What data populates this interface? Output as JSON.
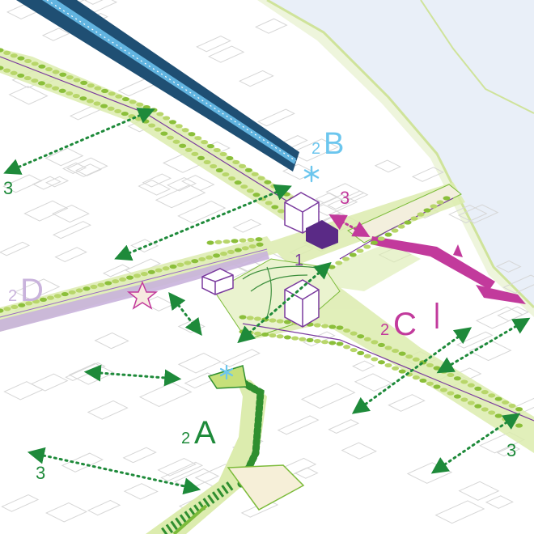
{
  "labels": {
    "zone_1": "1",
    "zone_2a_sub": "2",
    "zone_2a_main": "A",
    "zone_2b_sub": "2",
    "zone_2b_main": "B",
    "zone_2c_sub": "2",
    "zone_2c_main": "C",
    "zone_2d_sub": "2",
    "zone_2d_main": "D",
    "three_nw": "3",
    "three_n": "3",
    "three_sw": "3",
    "three_se": "3"
  },
  "colors": {
    "river": "#e9eff8",
    "bank": "#d6e8a8",
    "green_text": "#1e8a3a",
    "arrow_green": "#1e8a3a",
    "blue_text": "#6cc6ee",
    "magenta": "#c23a9c",
    "lavender": "#c9b3dc",
    "purple_dark": "#5a2a86",
    "rail_navy": "#1f4f73",
    "rail_light": "#62b4e0",
    "lime_band": "#dcecae",
    "tree_green": "#a9cc4e",
    "tree_dark": "#2f8f2f",
    "plaza_beige": "#f6efd8",
    "building_line": "#d4d4d4"
  },
  "icons": [
    "star-icon",
    "asterisk-icon"
  ]
}
